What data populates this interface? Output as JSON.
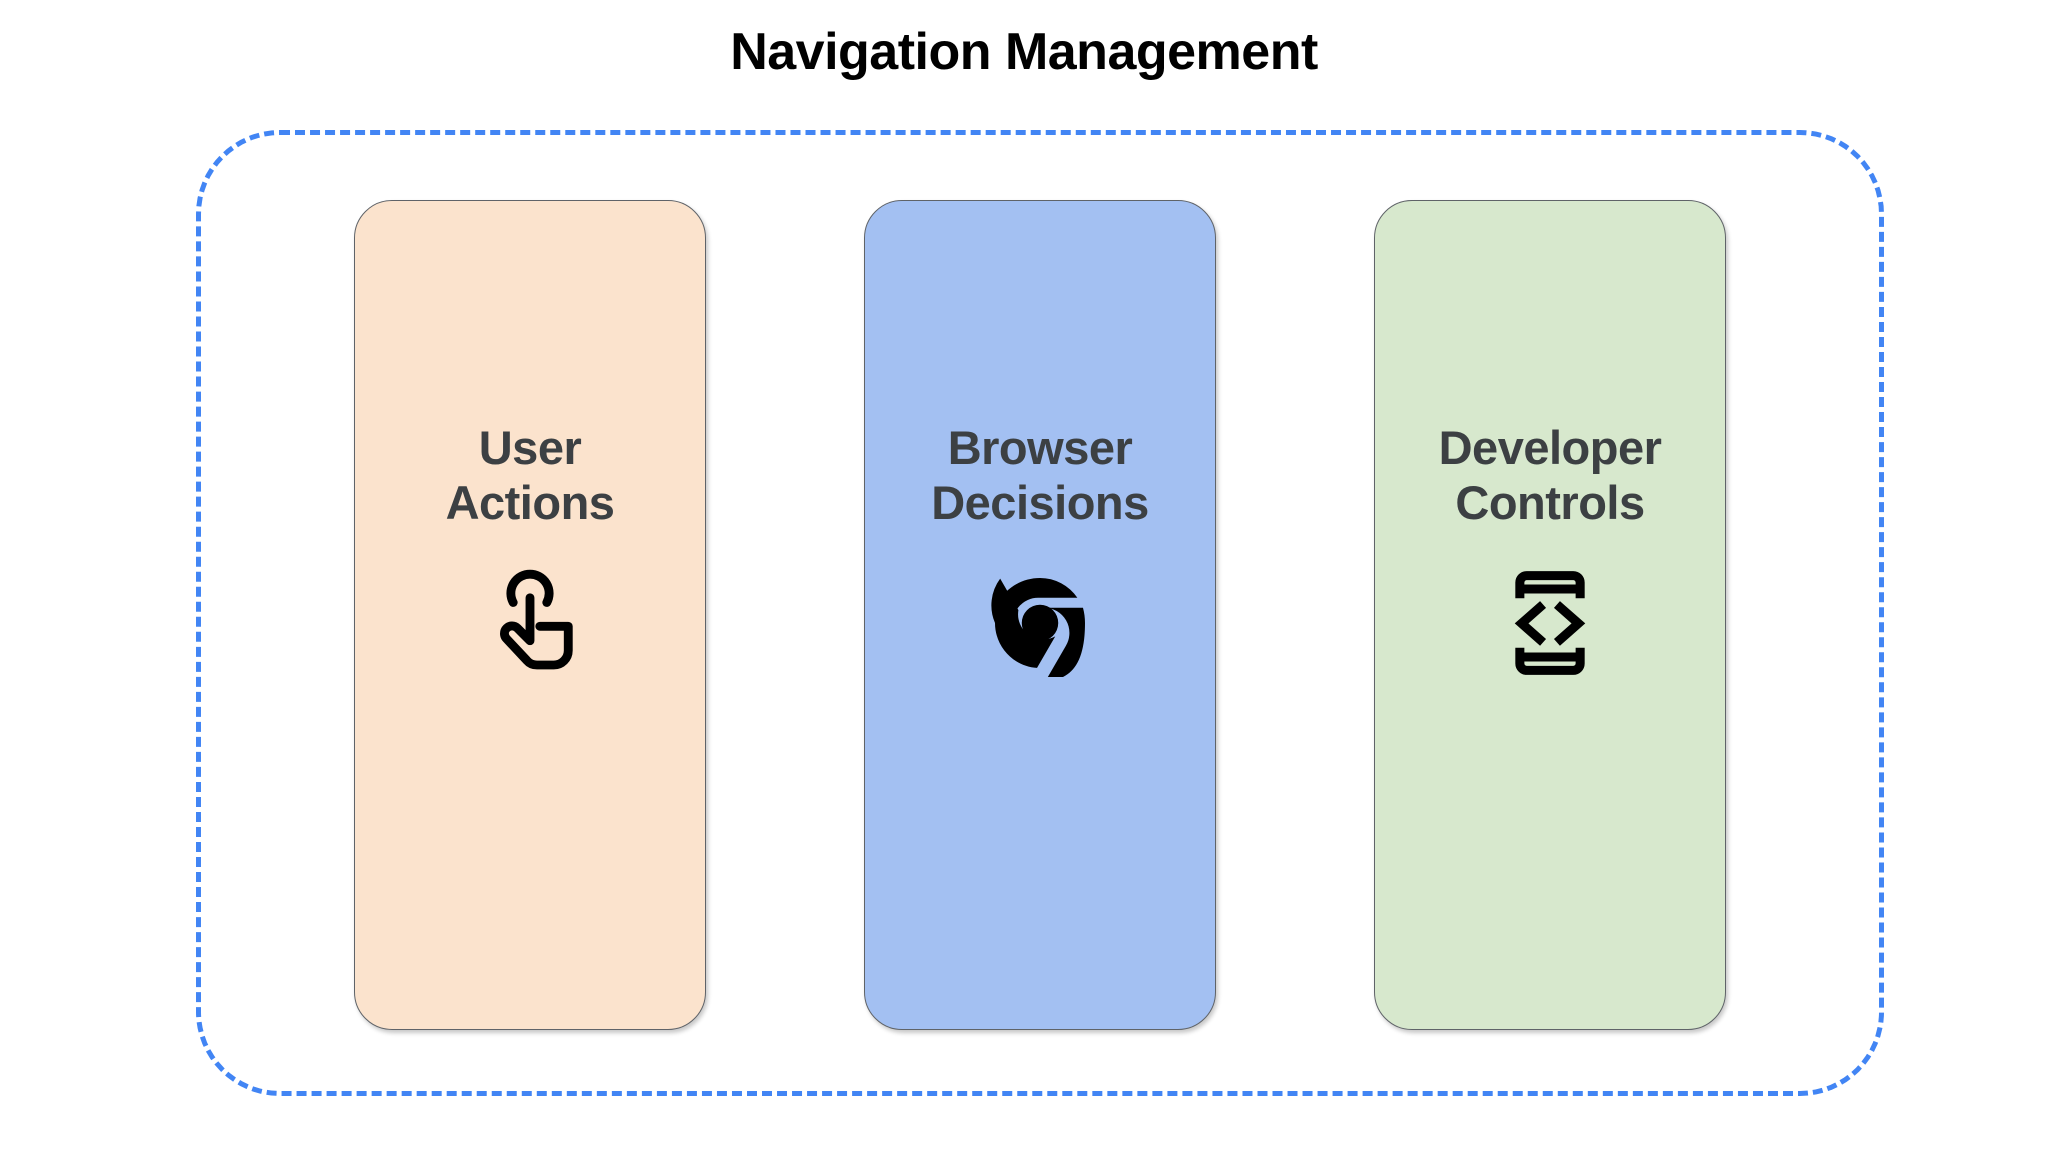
{
  "title": "Navigation Management",
  "colors": {
    "background": "#ffffff",
    "title_text": "#000000",
    "group_border": "#4285f4",
    "card_border": "#5f6368",
    "card_text": "#3c4043",
    "icon": "#000000",
    "card_peach": "#fbe3cd",
    "card_blue": "#a3c0f2",
    "card_green": "#d7e8cd"
  },
  "group": {
    "name": "navigation-management-group",
    "border_style": "dashed"
  },
  "cards": [
    {
      "id": "user-actions",
      "label": "User\nActions",
      "line1": "User",
      "line2": "Actions",
      "color": "#fbe3cd",
      "icon": "tap-gesture-icon"
    },
    {
      "id": "browser-decisions",
      "label": "Browser\nDecisions",
      "line1": "Browser",
      "line2": "Decisions",
      "color": "#a3c0f2",
      "icon": "chrome-logo-icon"
    },
    {
      "id": "developer-controls",
      "label": "Developer\nControls",
      "line1": "Developer",
      "line2": "Controls",
      "color": "#d7e8cd",
      "icon": "developer-mode-icon"
    }
  ]
}
